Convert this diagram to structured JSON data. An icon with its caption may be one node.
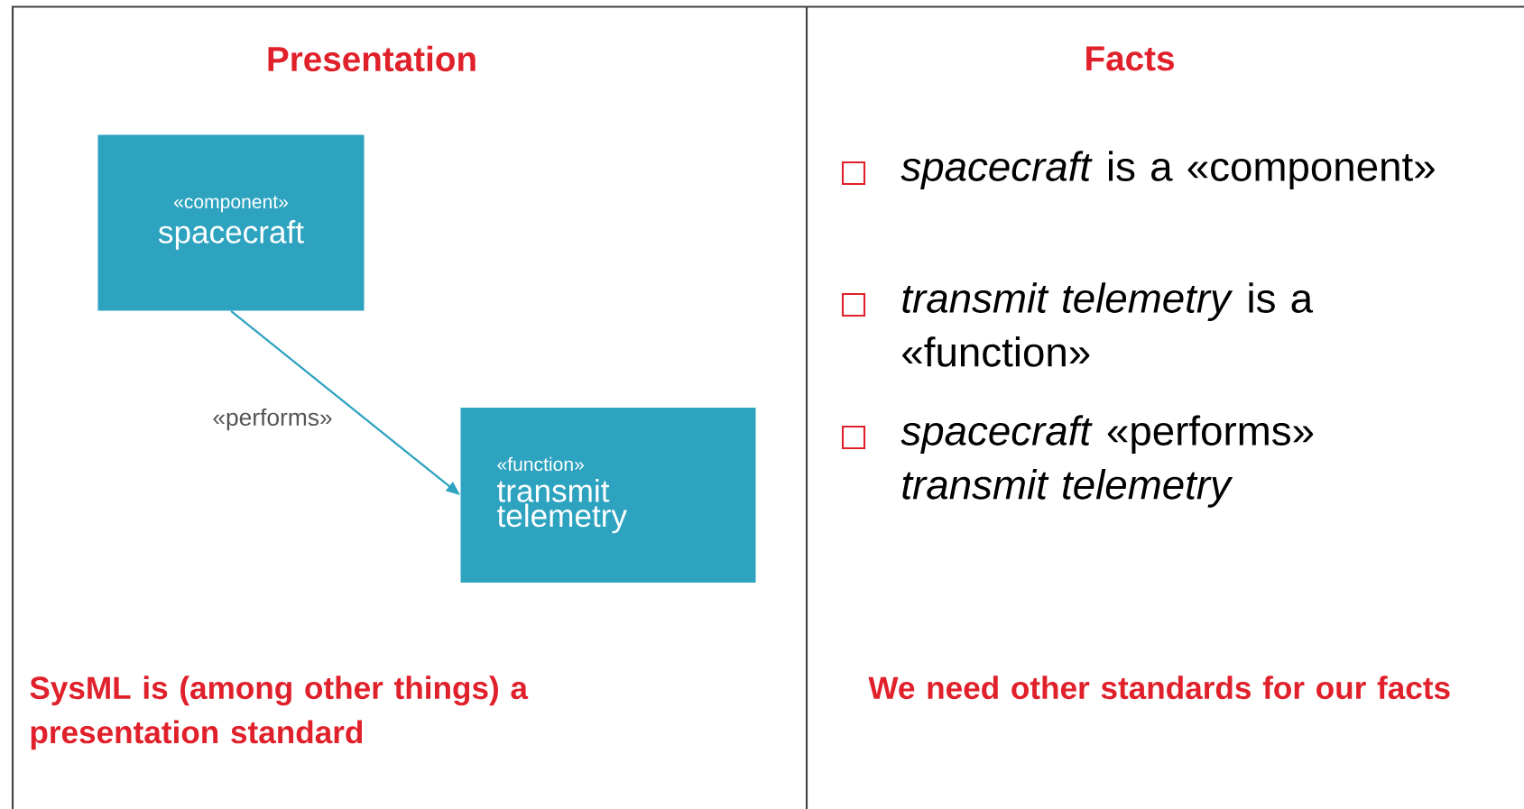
{
  "diagram": {
    "nodes": [
      {
        "text": [
          "«component»",
          "spacecraft"
        ]
      },
      {
        "text": [
          "«function»",
          "transmit telemetry"
        ]
      }
    ],
    "edges": [
      {
        "from": 0,
        "to": 1,
        "arrow": "to",
        "label": "«performs»"
      }
    ],
    "labels": [
      "Presentation",
      "Facts",
      "*spacecraft* is a «component»",
      "*transmit telemetry* is a «function»",
      "*spacecraft* «performs» *transmit telemetry*",
      "SysML is (among other things) a presentation standard",
      "We need other standards for our facts"
    ]
  }
}
